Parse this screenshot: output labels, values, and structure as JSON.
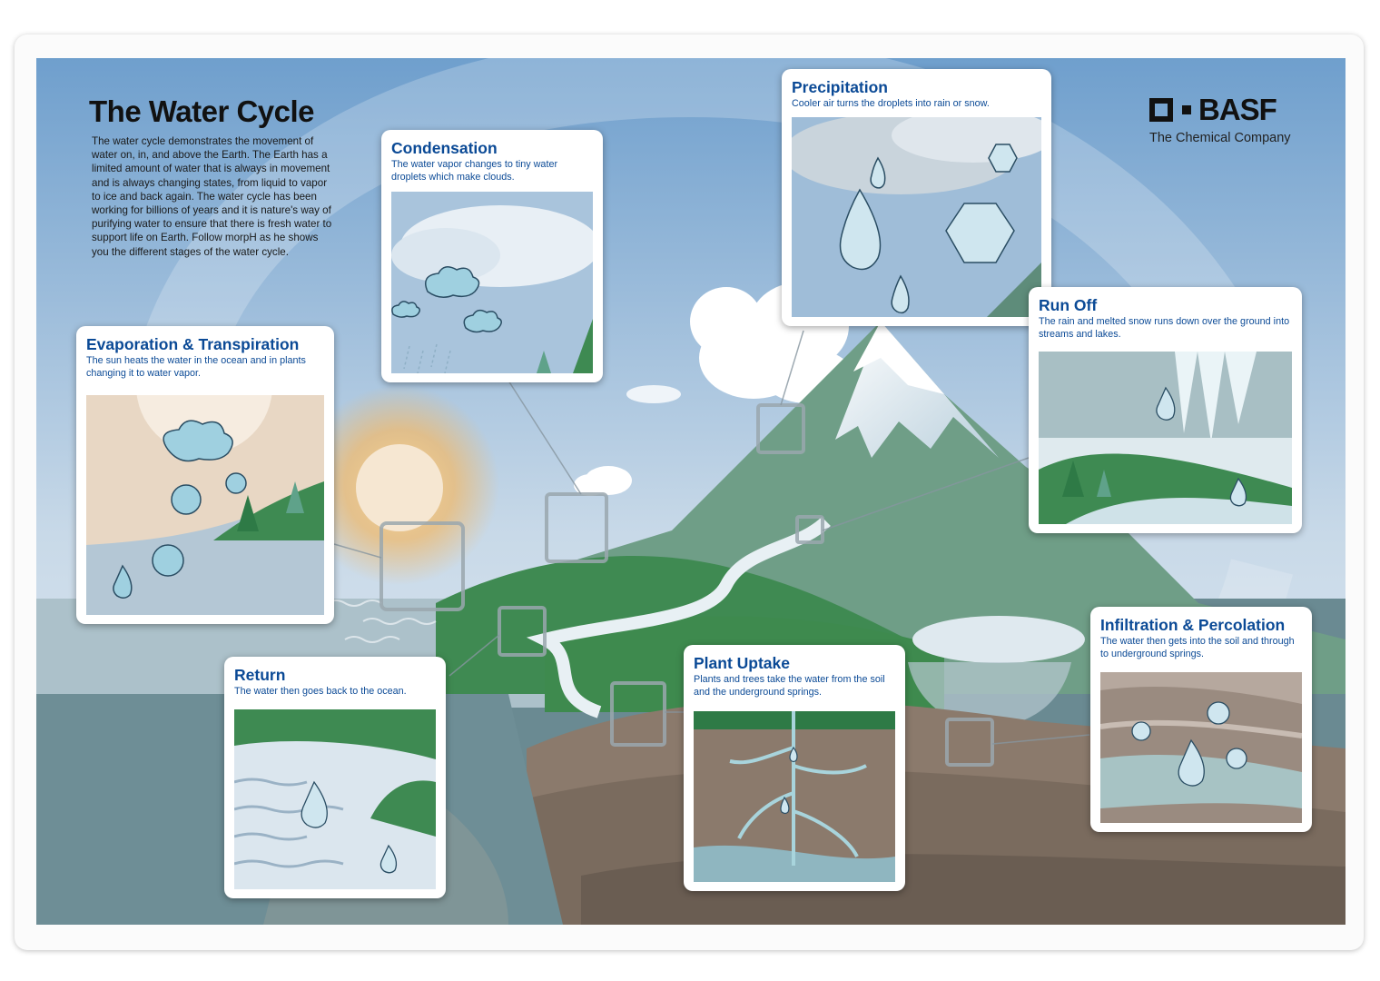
{
  "title": "The Water Cycle",
  "intro": "The water cycle demonstrates the movement of water on, in, and above the Earth. The Earth has a limited amount of water that is always in movement and is always changing states, from liquid to vapor to ice and back again. The water cycle has been working for billions of years and it is nature's way of purifying water to ensure that there is fresh water to support life on Earth. Follow morpH as he shows you the different stages of the water cycle.",
  "brand": {
    "name": "BASF",
    "tagline": "The Chemical Company"
  },
  "stages": {
    "condensation": {
      "title": "Condensation",
      "text": "The water vapor changes to tiny water droplets which make clouds."
    },
    "precipitation": {
      "title": "Precipitation",
      "text": "Cooler air turns the droplets into rain or snow."
    },
    "run_off": {
      "title": "Run Off",
      "text": "The rain and melted snow runs down over the ground into streams and lakes."
    },
    "evaporation": {
      "title": "Evaporation & Transpiration",
      "text": "The sun heats the water in the ocean and in plants changing it to water vapor."
    },
    "return": {
      "title": "Return",
      "text": "The water then goes back to the ocean."
    },
    "plant_uptake": {
      "title": "Plant Uptake",
      "text": "Plants and trees take the water from the soil and the underground springs."
    },
    "infiltration": {
      "title": "Infiltration & Percolation",
      "text": "The water then gets into the soil and through to underground springs."
    }
  },
  "colors": {
    "heading": "#0b4a96",
    "sky": "#7fa6cf",
    "grass": "#3e8a4e",
    "mountain": "#6e9d86",
    "ocean": "#5e7f87",
    "soil": "#7a6a5a"
  }
}
